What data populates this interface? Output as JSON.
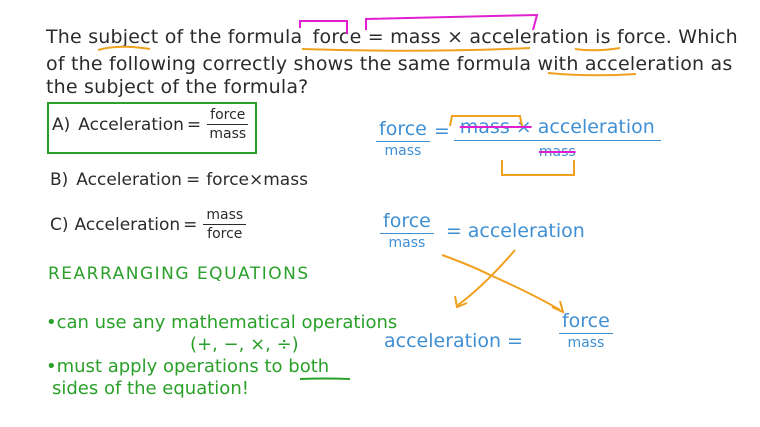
{
  "question": {
    "line1_parts": [
      "The",
      "subject",
      "of the formula",
      "force",
      "=",
      "mass × acceleration",
      "is",
      "force",
      ". Which"
    ],
    "line1": "The subject of the formula force = mass × acceleration is force. Which",
    "line2": "of the following correctly shows the same formula with acceleration as",
    "line3": "the subject of the formula?"
  },
  "options": [
    {
      "label": "A)",
      "lhs": "Acceleration",
      "eq": "=",
      "num": "force",
      "den": "mass",
      "selected": true
    },
    {
      "label": "B)",
      "lhs": "Acceleration",
      "eq": "=",
      "rhs": "force×mass",
      "selected": false
    },
    {
      "label": "C)",
      "lhs": "Acceleration",
      "eq": "=",
      "num": "mass",
      "den": "force",
      "selected": false
    }
  ],
  "notes": {
    "title": "REARRANGING EQUATIONS",
    "bullet1_line1": "•can use any mathematical operations",
    "bullet1_line2": "(+, −, ×, ÷)",
    "bullet2_line1": "•must apply operations to both",
    "bullet2_line2": "sides of the equation!"
  },
  "working": {
    "step1": {
      "lhs_num": "force",
      "lhs_den": "mass",
      "eq": "=",
      "rhs_num_cancel": "mass ×",
      "rhs_num": "acceleration",
      "rhs_den_cancel": "mass"
    },
    "step2": {
      "lhs_num": "force",
      "lhs_den": "mass",
      "eq": "=",
      "rhs": "acceleration"
    },
    "step3": {
      "lhs": "acceleration",
      "eq": "=",
      "rhs_num": "force",
      "rhs_den": "mass"
    }
  },
  "colors": {
    "ink": "#2b2b2b",
    "blue": "#3f8fd4",
    "green": "#2aa02a",
    "orange": "#f0a01e",
    "magenta": "#e020d0"
  }
}
